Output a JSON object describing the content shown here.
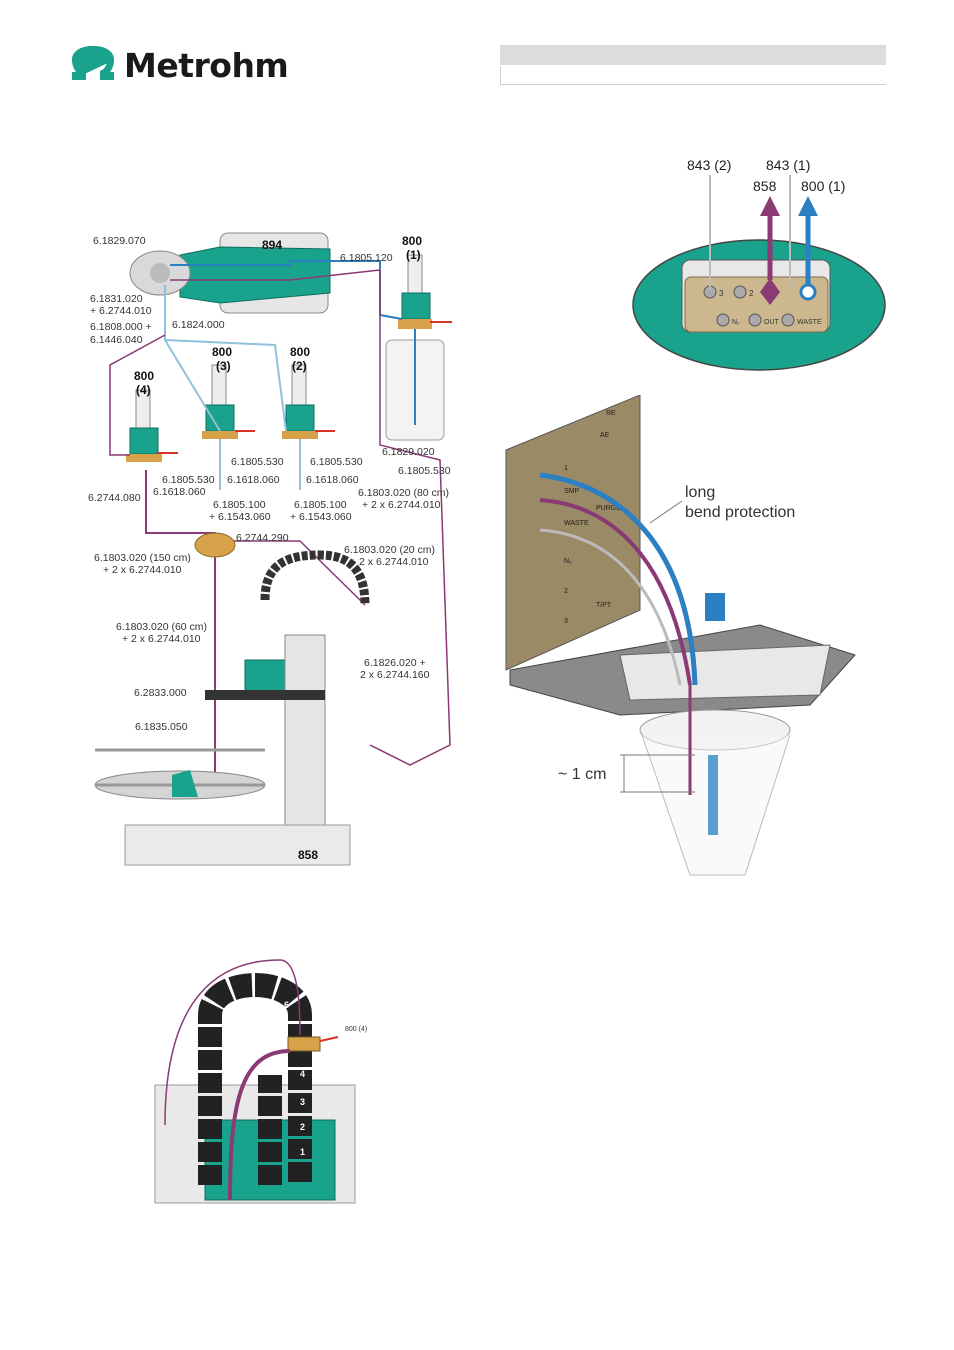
{
  "header": {
    "brand": "Metrohm"
  },
  "schematic": {
    "devices": {
      "d894": "894",
      "d858": "858",
      "d800_1": "800",
      "d800_1_idx": "(1)",
      "d800_2": "800",
      "d800_2_idx": "(2)",
      "d800_3": "800",
      "d800_3_idx": "(3)",
      "d800_4": "800",
      "d800_4_idx": "(4)"
    },
    "labels": {
      "l1": "6.1829.070",
      "l2": "6.1831.020",
      "l3": "+ 6.2744.010",
      "l4": "6.1808.000 +",
      "l5": "6.1446.040",
      "l6": "6.1824.000",
      "l7": "6.1805.120",
      "l8": "6.1829.020",
      "l9": "6.1805.530",
      "l10": "6.1805.530",
      "l11": "6.1618.060",
      "l12": "6.1805.530",
      "l13": "6.1618.060",
      "l14": "6.1805.530",
      "l15": "6.1618.060",
      "l16": "6.2744.080",
      "l17": "6.1805.100",
      "l18": "+ 6.1543.060",
      "l19": "6.1805.100",
      "l20": "+ 6.1543.060",
      "l21": "6.1803.020 (80 cm)",
      "l22": "+ 2 x 6.2744.010",
      "l23": "6.2744.290",
      "l24": "6.1803.020 (150 cm)",
      "l25": "+ 2 x 6.2744.010",
      "l26": "6.1803.020 (20 cm)",
      "l27": "+ 2 x 6.2744.010",
      "l28": "6.1803.020 (60 cm)",
      "l29": "+ 2 x 6.2744.010",
      "l30": "6.1826.020 +",
      "l31": "2 x 6.2744.160",
      "l32": "6.2833.000",
      "l33": "6.1835.050"
    }
  },
  "ports_figure": {
    "arrow_843_2": "843 (2)",
    "arrow_843_1": "843 (1)",
    "arrow_858": "858",
    "arrow_800_1": "800 (1)",
    "port_3": "3",
    "port_2": "2",
    "port_n2": "N₂",
    "port_out": "OUT",
    "port_waste": "WASTE"
  },
  "cell_figure": {
    "annotation_line1": "long",
    "annotation_line2": "bend protection",
    "depth_label": "~ 1 cm",
    "panel_labels": [
      "1",
      "SMP",
      "WASTE",
      "N₂",
      "2",
      "3",
      "AE",
      "RE",
      "PURGE",
      "T/PT"
    ]
  },
  "chain_figure": {
    "target_label": "800 (4)",
    "links": [
      "1",
      "2",
      "3",
      "4",
      "6"
    ]
  },
  "colors": {
    "teal": "#1aa38c",
    "purple": "#8a3a75",
    "blue": "#2b7fc3",
    "red": "#d9322a",
    "light_blue": "#8fc0dc"
  }
}
